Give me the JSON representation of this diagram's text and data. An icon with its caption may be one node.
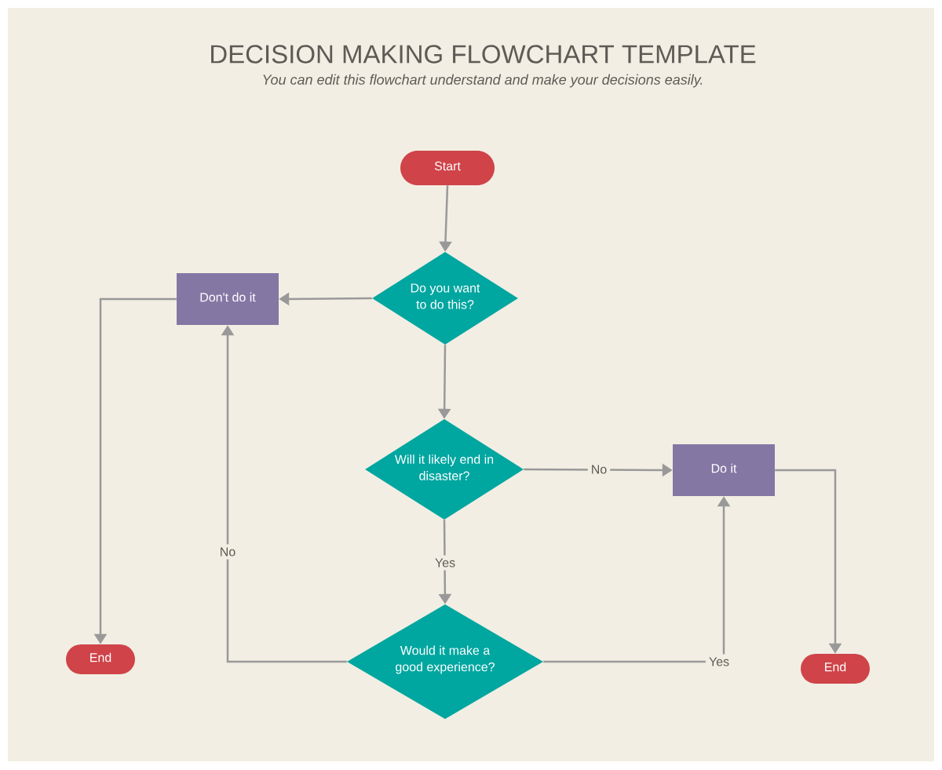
{
  "diagram": {
    "title": "DECISION MAKING FLOWCHART TEMPLATE",
    "caption": "You can edit this flowchart understand and make your decisions easily.",
    "nodes": [
      {
        "text": [
          "Start"
        ]
      },
      {
        "text": [
          "Do you want to do this?"
        ]
      },
      {
        "text": [
          "Don't do it"
        ]
      },
      {
        "text": [
          "Will it likely end in disaster?"
        ]
      },
      {
        "text": [
          "Do it"
        ]
      },
      {
        "text": [
          "Would it make a good experience?"
        ]
      },
      {
        "text": [
          "End"
        ]
      },
      {
        "text": [
          "End"
        ]
      }
    ],
    "edges": [
      {
        "from": 0,
        "to": 1,
        "arrow": "to"
      },
      {
        "from": 1,
        "to": 2,
        "arrow": "to"
      },
      {
        "from": 1,
        "to": 3,
        "arrow": "to"
      },
      {
        "from": 3,
        "to": 4,
        "arrow": "to",
        "label": "No"
      },
      {
        "from": 3,
        "to": 5,
        "arrow": "to",
        "label": "Yes"
      },
      {
        "from": 5,
        "to": 2,
        "arrow": "to",
        "label": "No"
      },
      {
        "from": 5,
        "to": 4,
        "arrow": "to",
        "label": "Yes"
      },
      {
        "from": 2,
        "to": 6,
        "arrow": "to"
      },
      {
        "from": 4,
        "to": 7,
        "arrow": "to"
      }
    ]
  }
}
